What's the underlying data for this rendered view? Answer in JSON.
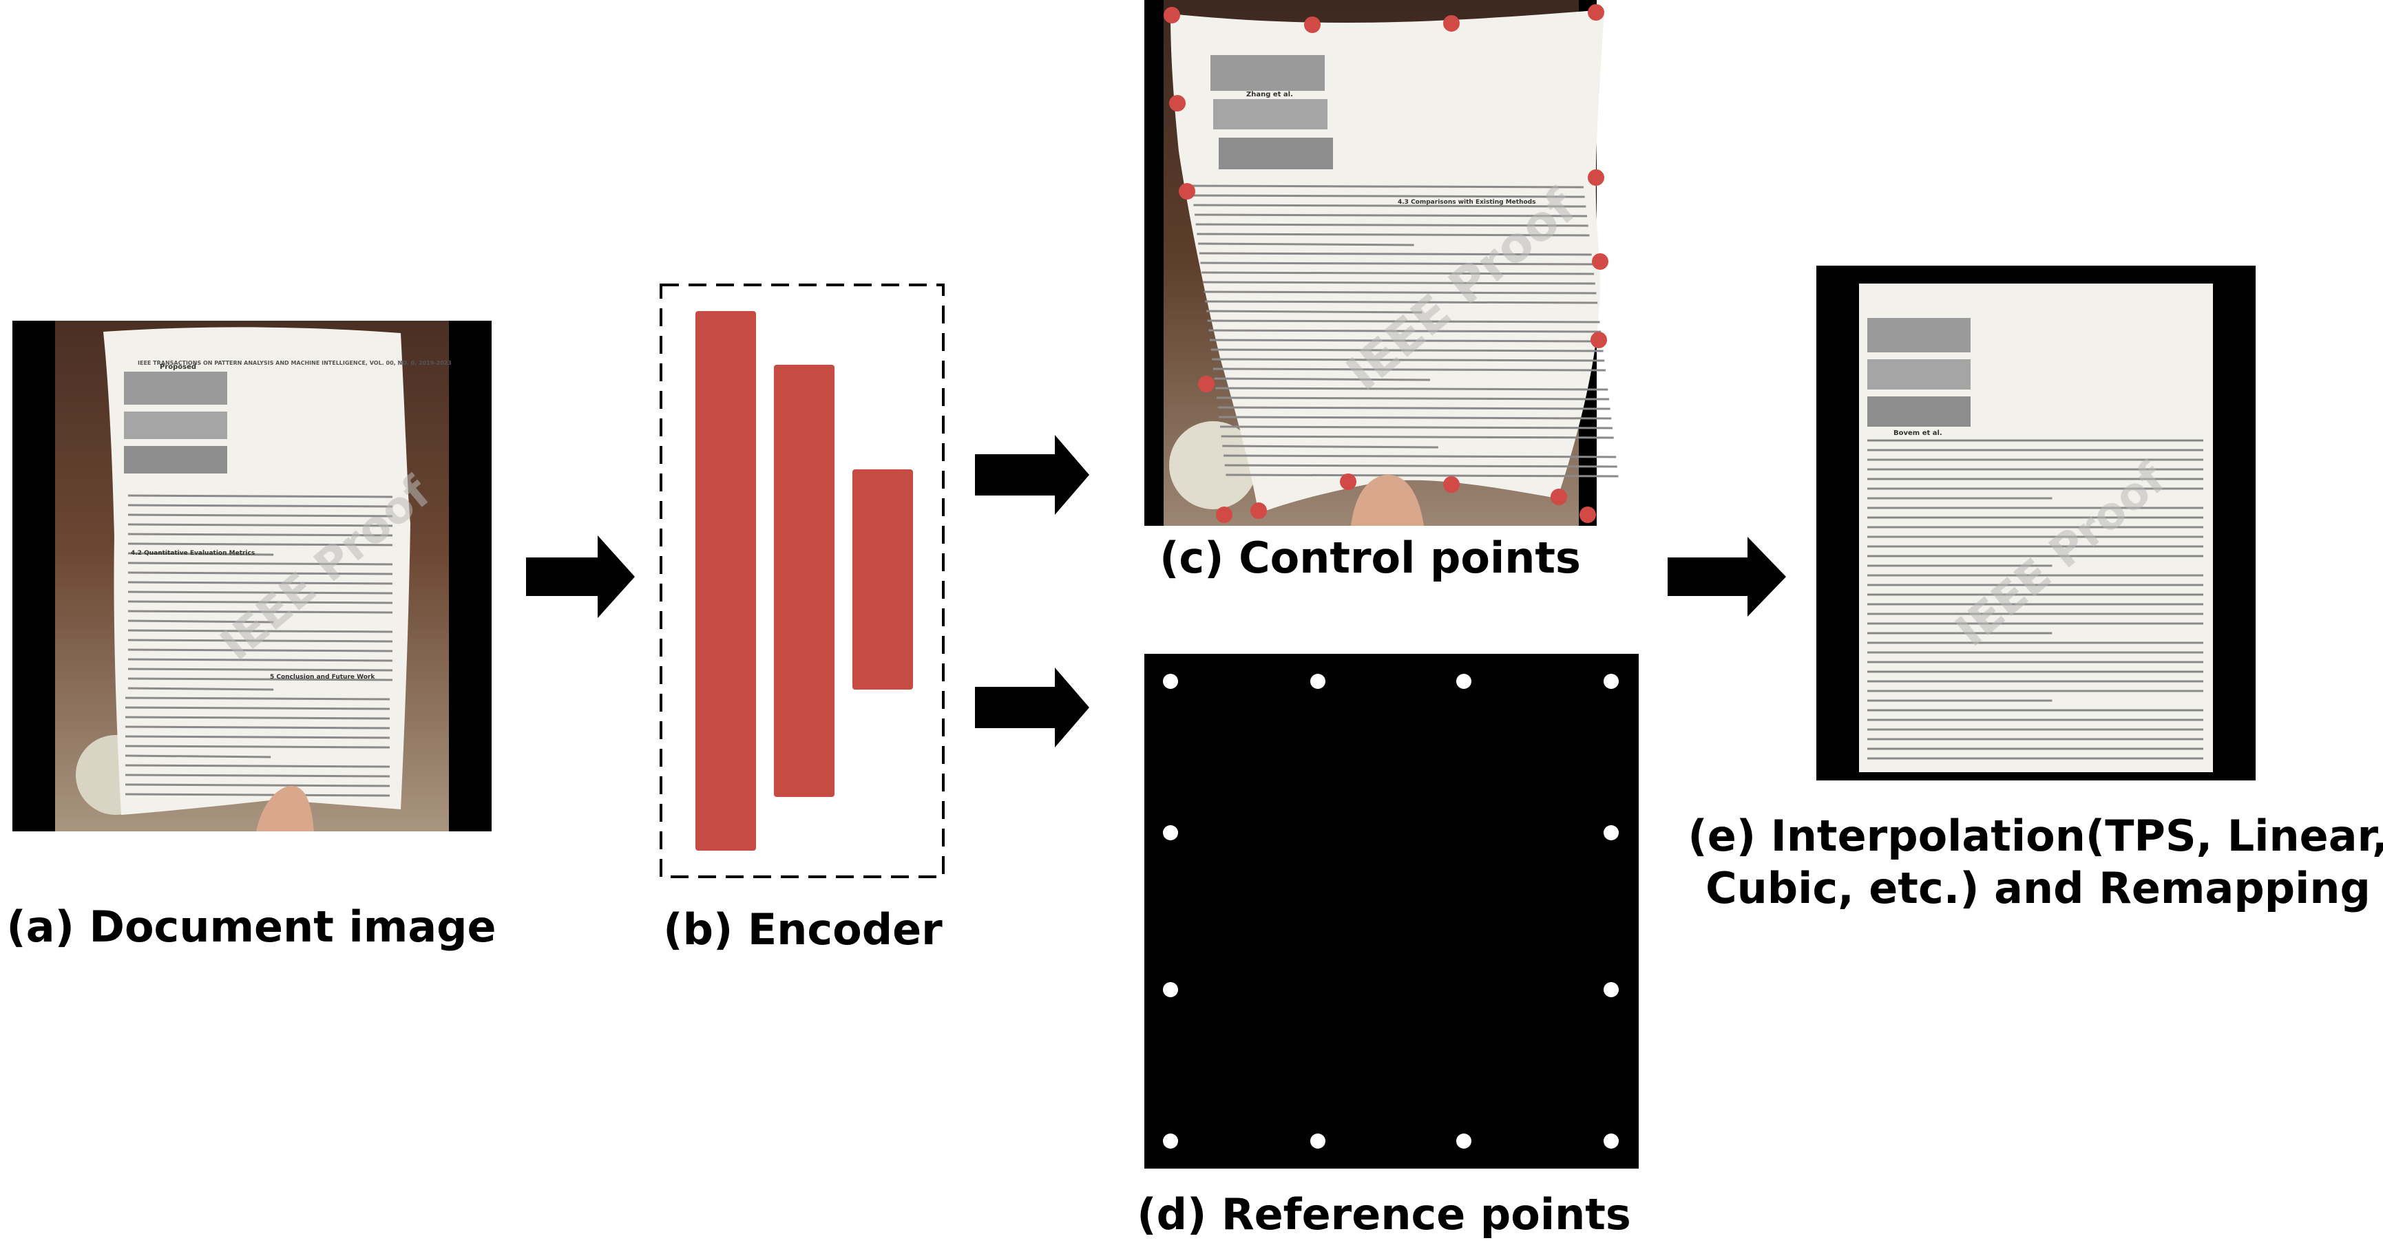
{
  "panels": {
    "a": {
      "caption": "(a) Document image"
    },
    "b": {
      "caption": "(b) Encoder"
    },
    "c": {
      "caption": "(c) Control points"
    },
    "d": {
      "caption": "(d) Reference points"
    },
    "e": {
      "caption_line1": "(e) Interpolation(TPS, Linear,",
      "caption_line2": "Cubic, etc.) and Remapping"
    }
  },
  "photo_overlay": {
    "header_line": "IEEE TRANSACTIONS ON PATTERN ANALYSIS AND MACHINE INTELLIGENCE, VOL. 00, NO. 0, 2019-2023",
    "watermark": "IEEE Proof",
    "table_titles": [
      "Proposed",
      "Zhang et al.",
      "Bovem et al."
    ],
    "section_headings": [
      "4.2 Quantitative Evaluation Metrics",
      "4.3 Comparisons with Existing Methods",
      "5 Conclusion and Future Work"
    ]
  },
  "colors": {
    "encoder_bar": "#c54b43",
    "control_point": "#d24a46",
    "reference_point": "#ffffff",
    "arrow": "#000000",
    "frame": "#000000"
  },
  "control_points_count": 16,
  "reference_grid": "4x4 boundary"
}
